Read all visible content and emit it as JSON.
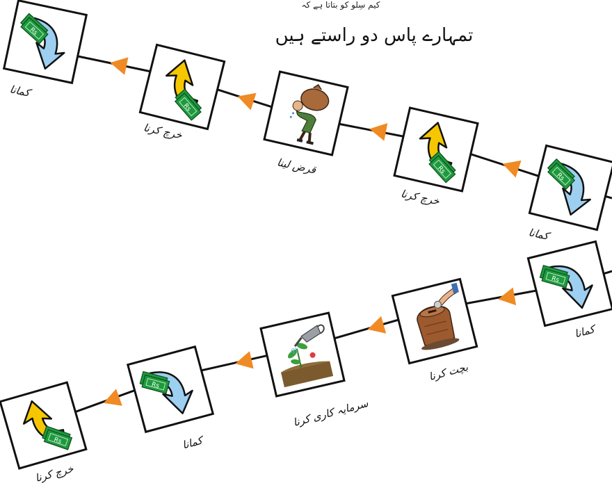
{
  "top_caption": "کیم سِلو کو بتاتا ہے کہ",
  "heading": "تمہارے پاس دو راستے ہیں",
  "path1": {
    "steps": [
      {
        "icon": "earn-money-icon",
        "label": "کمانا"
      },
      {
        "icon": "spend-money-icon",
        "label": "خرچ کرنا"
      },
      {
        "icon": "borrow-loan-icon",
        "label": "قرض لینا"
      },
      {
        "icon": "spend-money-icon",
        "label": "خرچ کرنا"
      },
      {
        "icon": "earn-money-icon",
        "label": "کمانا"
      }
    ]
  },
  "path2": {
    "steps": [
      {
        "icon": "earn-money-icon",
        "label": "کمانا"
      },
      {
        "icon": "saving-pot-icon",
        "label": "بچت کرنا"
      },
      {
        "icon": "investing-plant-icon",
        "label": "سرمایہ کاری کرنا"
      },
      {
        "icon": "earn-money-icon",
        "label": "کمانا"
      },
      {
        "icon": "spend-money-icon",
        "label": "خرچ کرنا"
      }
    ]
  },
  "colors": {
    "arrow_triangle": "#F08A24",
    "earn_arrow": "#9CCFF0",
    "spend_arrow": "#F6C700",
    "banknote": "#1E9A3E",
    "line": "#111111"
  }
}
